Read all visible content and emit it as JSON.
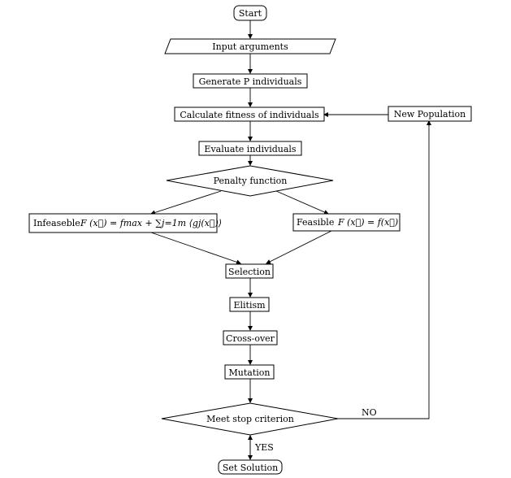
{
  "nodes": {
    "start": "Start",
    "input": "Input arguments",
    "generate": "Generate P individuals",
    "fitness": "Calculate fitness of individuals",
    "new_population": "New Population",
    "evaluate": "Evaluate individuals",
    "penalty": "Penalty function",
    "infeasible": {
      "label": "Infeaseble",
      "formula": "F (x⃗) = fmax + ∑j=1m ⟨gj(x⃗)⟩"
    },
    "feasible": {
      "label": "Feasible",
      "formula": "F (x⃗) = f(x⃗)"
    },
    "selection": "Selection",
    "elitism": "Elitism",
    "crossover": "Cross-over",
    "mutation": "Mutation",
    "stop": "Meet stop criterion",
    "solution": "Set Solution"
  },
  "edges": {
    "no_label": "NO",
    "yes_label": "YES"
  }
}
